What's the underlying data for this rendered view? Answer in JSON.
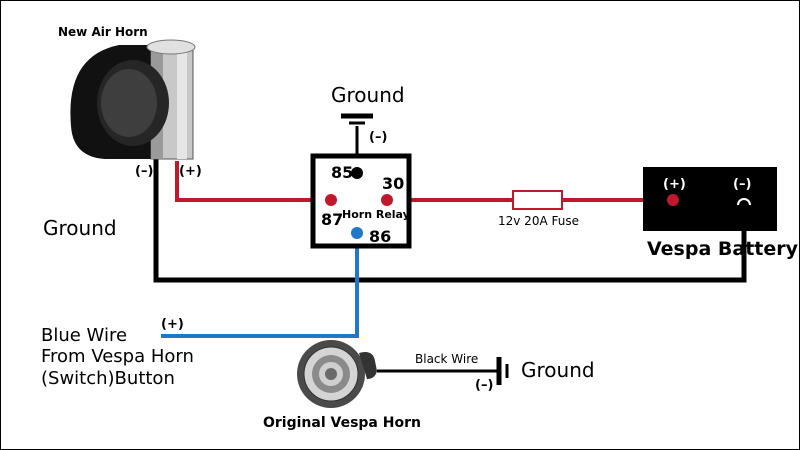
{
  "labels": {
    "new_air_horn": "New Air Horn",
    "horn_minus": "(–)",
    "horn_plus": "(+)",
    "ground_left": "Ground",
    "ground_top": "Ground",
    "ground_top_minus": "(–)",
    "relay_85": "85",
    "relay_30": "30",
    "relay_87": "87",
    "relay_name": "Horn Relay",
    "relay_86": "86",
    "fuse": "12v 20A Fuse",
    "battery_plus": "(+)",
    "battery_minus": "(–)",
    "battery_name": "Vespa Battery",
    "blue_wire_plus": "(+)",
    "blue_wire_line1": "Blue Wire",
    "blue_wire_line2": "From Vespa Horn",
    "blue_wire_line3": "(Switch)Button",
    "black_wire": "Black Wire",
    "ground_bottom": "Ground",
    "ground_bottom_minus": "(–)",
    "original_horn": "Original Vespa Horn"
  },
  "colors": {
    "red_wire": "#c0182c",
    "blue_wire": "#1f78c8",
    "black_wire": "#000000"
  }
}
